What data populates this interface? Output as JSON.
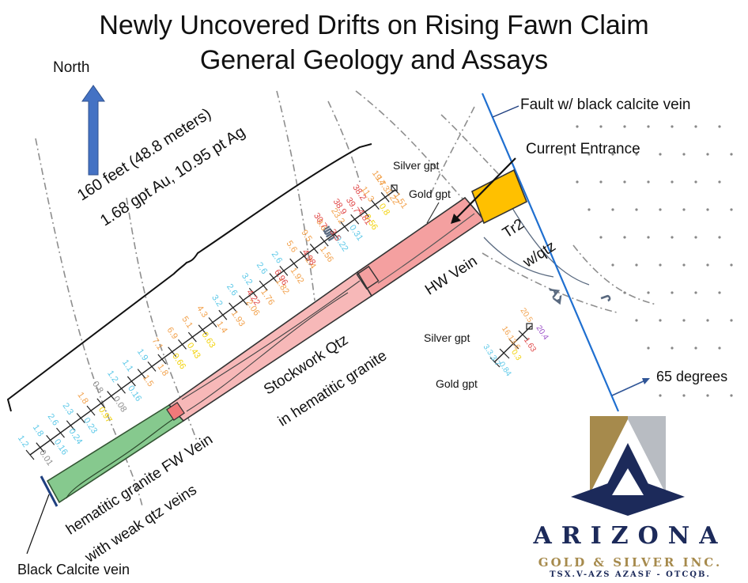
{
  "title": {
    "line1": "Newly Uncovered Drifts on Rising Fawn Claim",
    "line2": "General Geology and Assays"
  },
  "labels": {
    "north": "North",
    "fault": "Fault w/ black calcite vein",
    "current_entrance": "Current Entrance",
    "silver_gpt_top": "Silver gpt",
    "gold_gpt_top": "Gold gpt",
    "span_line1": "160 feet (48.8  meters)",
    "span_line2": "1.68 gpt Au, 10.95 pt Ag",
    "tr2_line1": "Tr2",
    "tr2_line2": "w/qtz",
    "hw_vein": "HW Vein",
    "stockwork_line1": "Stockwork Qtz",
    "stockwork_line2": "in hematitic granite",
    "fw_vein": "hematitic granite  FW Vein",
    "weak_qtz": "with weak qtz veins",
    "silver_gpt_mid": "Silver gpt",
    "gold_gpt_mid": "Gold gpt",
    "degrees": "65 degrees",
    "black_calcite": "Black Calcite vein"
  },
  "logo": {
    "name": "ARIZONA",
    "subtitle": "GOLD & SILVER INC.",
    "tickers": "TSX.V-AZS AZASF - OTCQB."
  },
  "colors": {
    "north_arrow": "#4472c4",
    "fault_line": "#1f6fd0",
    "entrance_fill": "#ffc000",
    "hw_vein_fill": "#f4a0a0",
    "fw_vein_fill": "#86c98e",
    "logo_gold": "#a68a4c",
    "logo_navy": "#1c2a5a",
    "logo_grey": "#b8bcc2"
  },
  "assays": {
    "silver": [
      "1.2",
      "1.8",
      "2.6",
      "2.3",
      "1.8",
      "0.8",
      "1.2",
      "1.1",
      "1.9",
      "7.1",
      "6.9",
      "5.1",
      "4.3",
      "3.2",
      "2.6",
      "3.2",
      "2.6",
      "2.6",
      "5.6",
      "9.5",
      "9.6",
      "23.2",
      "39.7",
      "11.3",
      "14.3"
    ],
    "silver_hi": [
      "30.7",
      "38.9",
      "38.2",
      "19.7"
    ],
    "gold": [
      "0.01",
      "0.16",
      "0.24",
      "0.23",
      "0.97",
      "0.08",
      "0.16",
      "1.5",
      "1.8",
      "0.66",
      "0.43",
      "0.63",
      "1.4",
      "1.93",
      "2.06",
      "1.76",
      "1.82",
      "1.92",
      "2.4",
      "1.56",
      "0.22",
      "0.31",
      "0.56",
      "0.8",
      "1.51"
    ],
    "gold_hi": [
      "4.22",
      "6.96",
      "4.98",
      "3.5",
      "4.81",
      "1.22"
    ],
    "right_silver": [
      "20.5",
      "16.13.6",
      "3.3.3.7"
    ],
    "right_gold": [
      "20.4",
      "1.63",
      "0.3",
      "0.84"
    ]
  }
}
